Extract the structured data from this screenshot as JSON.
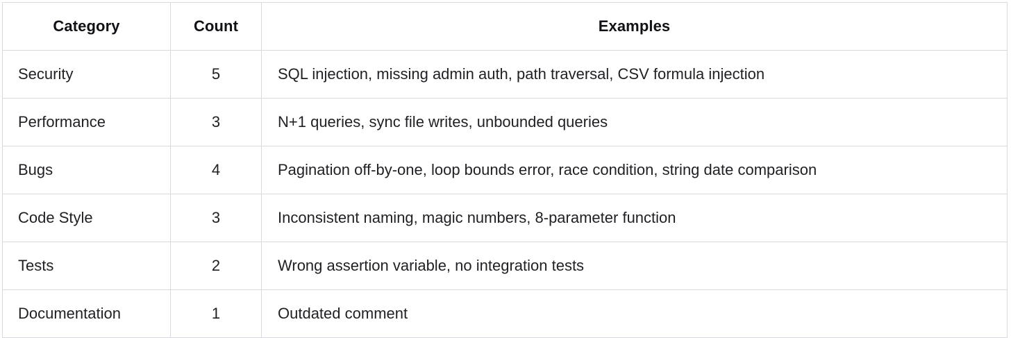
{
  "table": {
    "name": "code-review-findings-table",
    "columns": [
      {
        "key": "category",
        "label": "Category",
        "align": "left"
      },
      {
        "key": "count",
        "label": "Count",
        "align": "center"
      },
      {
        "key": "examples",
        "label": "Examples",
        "align": "left"
      }
    ],
    "rows": [
      {
        "category": "Security",
        "count": "5",
        "examples": "SQL injection, missing admin auth, path traversal, CSV formula injection"
      },
      {
        "category": "Performance",
        "count": "3",
        "examples": "N+1 queries, sync file writes, unbounded queries"
      },
      {
        "category": "Bugs",
        "count": "4",
        "examples": "Pagination off-by-one, loop bounds error, race condition, string date comparison"
      },
      {
        "category": "Code Style",
        "count": "3",
        "examples": "Inconsistent naming, magic numbers, 8-parameter function"
      },
      {
        "category": "Tests",
        "count": "2",
        "examples": "Wrong assertion variable, no integration tests"
      },
      {
        "category": "Documentation",
        "count": "1",
        "examples": "Outdated comment"
      }
    ]
  },
  "colors": {
    "text": "#1f2023",
    "header_text": "#111215",
    "border": "#d9dadd",
    "background": "#ffffff"
  }
}
